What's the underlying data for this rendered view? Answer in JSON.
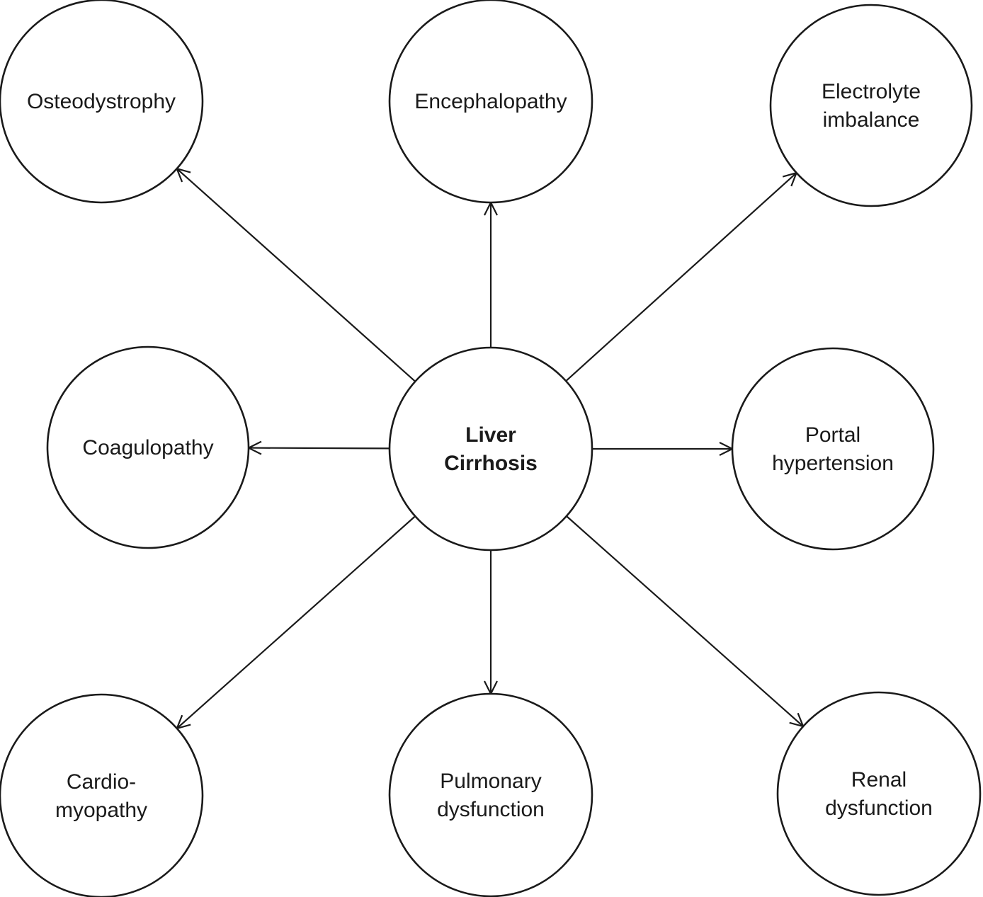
{
  "center": {
    "id": "liver-cirrhosis",
    "lines": [
      "Liver",
      "Cirrhosis"
    ]
  },
  "complications": [
    {
      "id": "osteodystrophy",
      "lines": [
        "Osteodystrophy"
      ]
    },
    {
      "id": "encephalopathy",
      "lines": [
        "Encephalopathy"
      ]
    },
    {
      "id": "electrolyte-imbalance",
      "lines": [
        "Electrolyte",
        "imbalance"
      ]
    },
    {
      "id": "coagulopathy",
      "lines": [
        "Coagulopathy"
      ]
    },
    {
      "id": "portal-hypertension",
      "lines": [
        "Portal",
        "hypertension"
      ]
    },
    {
      "id": "cardiomyopathy",
      "lines": [
        "Cardio-",
        "myopathy"
      ]
    },
    {
      "id": "pulmonary-dysfunction",
      "lines": [
        "Pulmonary",
        "dysfunction"
      ]
    },
    {
      "id": "renal-dysfunction",
      "lines": [
        "Renal",
        "dysfunction"
      ]
    }
  ],
  "edges": [
    {
      "from": "liver-cirrhosis",
      "to": "osteodystrophy"
    },
    {
      "from": "liver-cirrhosis",
      "to": "encephalopathy"
    },
    {
      "from": "liver-cirrhosis",
      "to": "electrolyte-imbalance"
    },
    {
      "from": "liver-cirrhosis",
      "to": "coagulopathy"
    },
    {
      "from": "liver-cirrhosis",
      "to": "portal-hypertension"
    },
    {
      "from": "liver-cirrhosis",
      "to": "cardiomyopathy"
    },
    {
      "from": "liver-cirrhosis",
      "to": "pulmonary-dysfunction"
    },
    {
      "from": "liver-cirrhosis",
      "to": "renal-dysfunction"
    }
  ],
  "colors": {
    "stroke": "#1a1a1a",
    "fill": "#ffffff"
  }
}
